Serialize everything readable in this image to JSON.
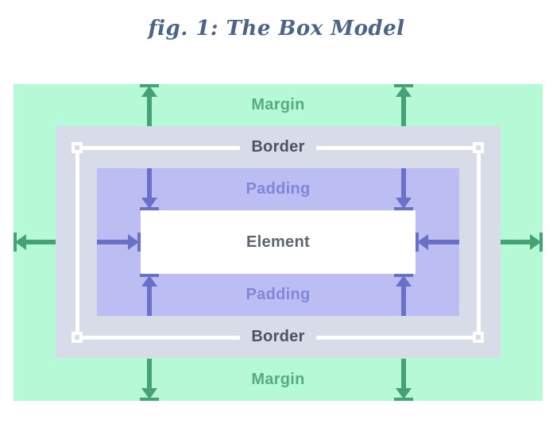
{
  "title": "fig. 1: The Box Model",
  "diagram": {
    "labels": {
      "margin_top": "Margin",
      "border_top": "Border",
      "padding_top": "Padding",
      "element": "Element",
      "padding_bottom": "Padding",
      "border_bottom": "Border",
      "margin_bottom": "Margin"
    },
    "arrows": [
      {
        "name": "margin-arrow-top-left",
        "dir": "up",
        "color": "green"
      },
      {
        "name": "margin-arrow-top-right",
        "dir": "up",
        "color": "green"
      },
      {
        "name": "padding-arrow-top-left",
        "dir": "down",
        "color": "purple"
      },
      {
        "name": "padding-arrow-top-right",
        "dir": "down",
        "color": "purple"
      },
      {
        "name": "padding-arrow-bottom-left",
        "dir": "up",
        "color": "purple"
      },
      {
        "name": "padding-arrow-bottom-right",
        "dir": "up",
        "color": "purple"
      },
      {
        "name": "margin-arrow-bottom-left",
        "dir": "down",
        "color": "green"
      },
      {
        "name": "margin-arrow-bottom-right",
        "dir": "down",
        "color": "green"
      },
      {
        "name": "margin-arrow-left",
        "dir": "left",
        "color": "green"
      },
      {
        "name": "margin-arrow-right",
        "dir": "right",
        "color": "green"
      },
      {
        "name": "padding-arrow-left",
        "dir": "right",
        "color": "purple"
      },
      {
        "name": "padding-arrow-right",
        "dir": "left",
        "color": "purple"
      }
    ]
  },
  "colors": {
    "page_bg": "#ffffff",
    "title_text": "#4c6486",
    "margin_fill": "#b6f9d6",
    "border_fill": "#d8dce8",
    "padding_fill": "#bbbdf3",
    "element_fill": "#ffffff",
    "margin_text": "#57ab81",
    "border_text": "#4b5363",
    "padding_text": "#8086da",
    "element_text": "#5d6575",
    "green_arrow": "#45a274",
    "purple_arrow": "#6970c8",
    "selection_color": "#ffffff"
  }
}
